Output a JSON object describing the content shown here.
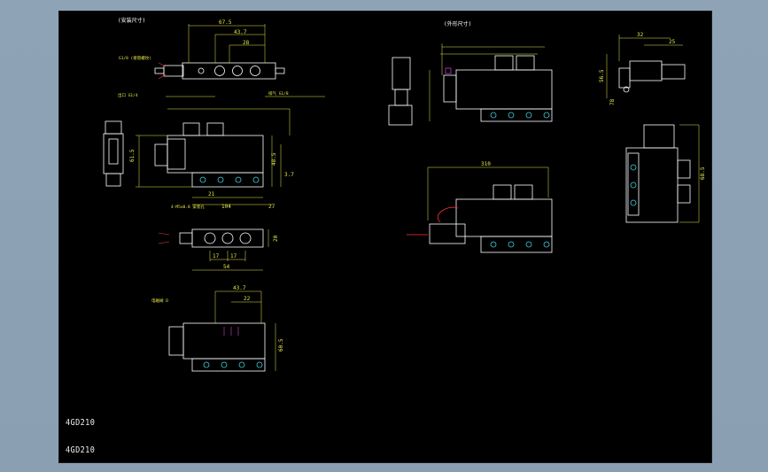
{
  "drawing": {
    "header_left": "(安装尺寸)",
    "header_right": "(外形尺寸)",
    "model_lines": [
      "4GD210",
      "4GD210"
    ],
    "dims": {
      "d_top_overall": "67.5",
      "d_top_mid": "43.7",
      "d_top_small": "28",
      "d_front_height": "61.5",
      "d_front_side": "48.5",
      "d_front_bottom": "104",
      "d_front_bottom2": "27",
      "d_front_pitch": "21",
      "d_front_mount": "3.7",
      "d_bottom_pitch1": "17",
      "d_bottom_pitch2": "17",
      "d_bottom_width": "54",
      "d_bottom_height": "20",
      "d_bottom2_top": "43.7",
      "d_bottom2_mid": "22",
      "d_bottom2_height": "60.5",
      "d_right_overall": "310",
      "d_right_side_top1": "32",
      "d_right_side_top2": "25",
      "d_right_side_h": "56.5",
      "d_right_side_hb": "78",
      "d_right_side_tall": "68.5"
    },
    "notes": {
      "port_note": "G1/8 (接管螺纹)",
      "port_note2": "4-M5x0.8 安装孔",
      "top_note": "电磁阀 D",
      "left_note": "出口 G1/4",
      "right_note": "排气 G1/8"
    }
  }
}
